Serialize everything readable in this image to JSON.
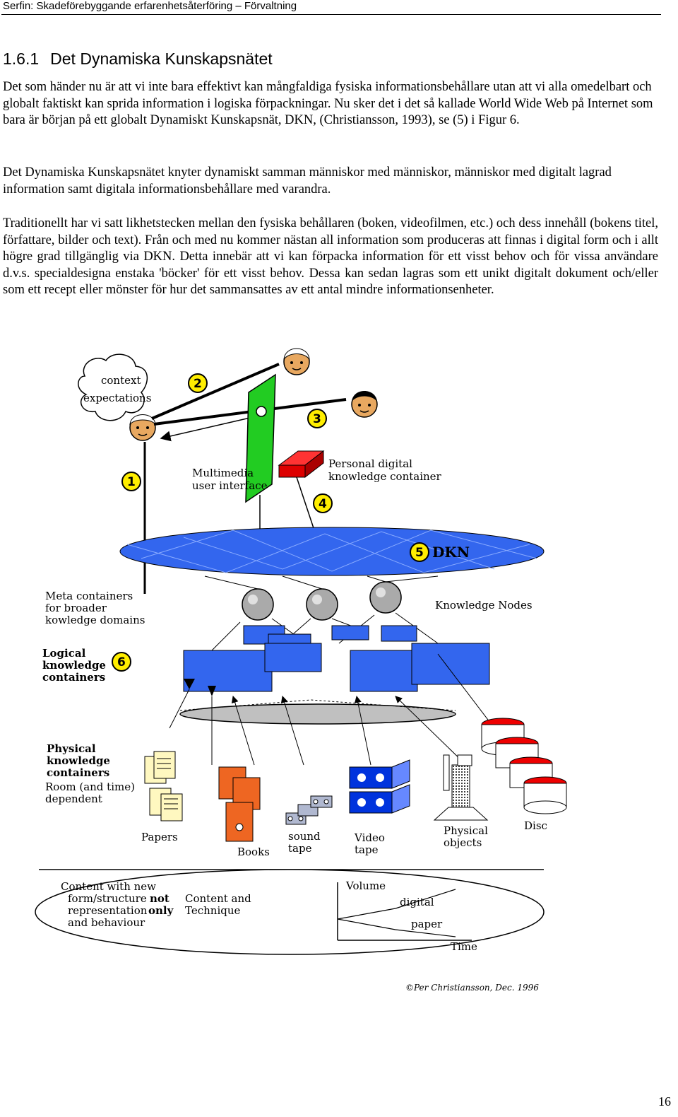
{
  "header": {
    "running_title": "Serfin: Skadeförebyggande erfarenhetsåterföring – Förvaltning"
  },
  "section": {
    "number": "1.6.1",
    "title": "Det Dynamiska Kunskapsnätet"
  },
  "paragraphs": [
    "Det som händer nu är att vi inte bara effektivt kan mångfaldiga fysiska informationsbehållare utan att vi alla omedelbart och globalt faktiskt kan sprida information i logiska förpackningar. Nu sker det i det så kallade World Wide Web på Internet som bara är början på ett globalt Dynamiskt Kunskapsnät, DKN, (Christiansson, 1993), se (5) i Figur 6.",
    "Det Dynamiska Kunskapsnätet knyter dynamiskt samman människor med människor, människor med digitalt lagrad information samt digitala informationsbehållare med varandra.",
    "Traditionellt har vi satt likhetstecken mellan den fysiska behållaren (boken, videofilmen, etc.) och dess innehåll (bokens titel, författare, bilder och text). Från och med nu kommer nästan all information som produceras att finnas i digital form och i allt högre grad tillgänglig via DKN. Detta innebär att vi kan förpacka information för ett visst behov och för vissa användare d.v.s. specialdesigna enstaka 'böcker' för ett visst behov. Dessa kan sedan lagras som ett unikt digitalt dokument och/eller som ett recept eller mönster för hur det sammansattes av ett antal mindre informationsenheter."
  ],
  "figure": {
    "cloud_line1": "context",
    "cloud_line2": "expectations",
    "badges": [
      "1",
      "2",
      "3",
      "4",
      "5",
      "6"
    ],
    "multimedia_line1": "Multimedia",
    "multimedia_line2": "user interface",
    "personal_line1": "Personal digital",
    "personal_line2": "knowledge container",
    "dkn": "DKN",
    "meta_line1": "Meta containers",
    "meta_line2": "for broader",
    "meta_line3": "kowledge domains",
    "knowledge_nodes": "Knowledge Nodes",
    "logical_line1": "Logical",
    "logical_line2": "knowledge",
    "logical_line3": "containers",
    "physical_line1": "Physical",
    "physical_line2": "knowledge",
    "physical_line3": "containers",
    "room_line1": "Room (and time)",
    "room_line2": "dependent",
    "papers": "Papers",
    "books": "Books",
    "sound_line1": "sound",
    "sound_line2": "tape",
    "video_line1": "Video",
    "video_line2": "tape",
    "physobj_line1": "Physical",
    "physobj_line2": "objects",
    "disc": "Disc",
    "content_line1": "Content with new",
    "content_line2": "form/structure",
    "content_line3": "representation",
    "content_line4": "and behaviour",
    "not_label": "not",
    "only_label": "only",
    "technique_line1": "Content and",
    "technique_line2": "Technique",
    "volume": "Volume",
    "digital": "digital",
    "paper": "paper",
    "time": "Time",
    "credit": "©Per Christiansson, Dec. 1996"
  },
  "page_number": "16"
}
